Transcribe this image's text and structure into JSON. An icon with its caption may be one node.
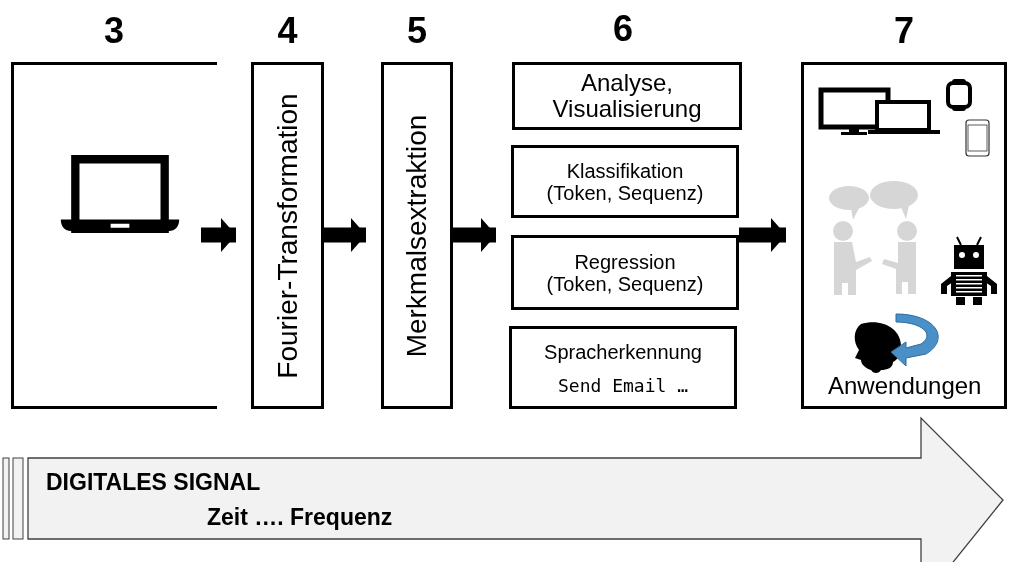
{
  "diagram": {
    "nodes": [
      {
        "text": [
          "3"
        ]
      },
      {
        "text": [
          "4",
          "Fourier-Transformation"
        ]
      },
      {
        "text": [
          "5",
          "Merkmalsextraktion"
        ]
      },
      {
        "text": [
          "Analyse, Visualisierung"
        ]
      },
      {
        "text": [
          "Klassifikation (Token, Sequenz)"
        ]
      },
      {
        "text": [
          "Regression (Token, Sequenz)"
        ]
      },
      {
        "text": [
          "Spracherkennung",
          "Send Email …"
        ]
      },
      {
        "text": [
          "7",
          "Anwendungen"
        ]
      },
      {
        "text": [
          "DIGITALES SIGNAL",
          "Zeit …. Frequenz"
        ]
      }
    ],
    "edges": [
      {
        "from": 0,
        "to": 1,
        "arrow": "to"
      },
      {
        "from": 1,
        "to": 2,
        "arrow": "to"
      },
      {
        "from": 2,
        "to": 5,
        "arrow": "to"
      },
      {
        "from": 5,
        "to": 7,
        "arrow": "to"
      }
    ],
    "labels": [
      "6"
    ]
  }
}
